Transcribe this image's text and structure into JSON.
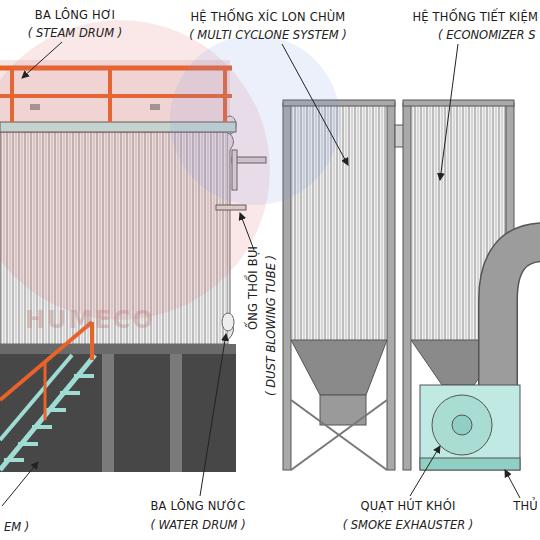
{
  "diagram": {
    "labels": [
      "BA LÔNG HƠI",
      "( STEAM DRUM )",
      "HỆ THỐNG XÍC LON CHÙM",
      "( MULTI CYCLONE SYSTEM )",
      "HỆ THỐNG TIẾT KIỆM",
      "( ECONOMIZER S",
      "ỐNG THỔI BỤI",
      "( DUST BLOWING TUBE )",
      "HUMECO",
      "EM )",
      "BA LÔNG NƯỚC",
      "( WATER DRUM )",
      "QUẠT HÚT KHÓI",
      "( SMOKE EXHAUSTER )",
      "THỦ"
    ]
  }
}
